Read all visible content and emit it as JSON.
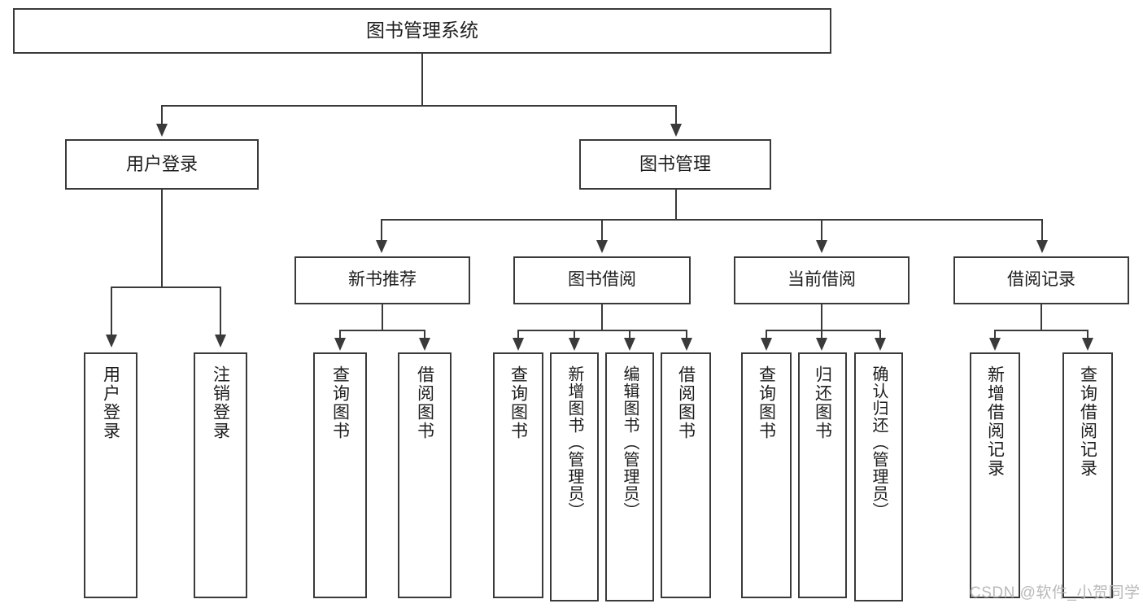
{
  "diagram": {
    "title": "图书管理系统",
    "type": "tree-hierarchy-chart",
    "root": {
      "id": "root",
      "label": "图书管理系统"
    },
    "level2": [
      {
        "id": "user-login",
        "label": "用户登录"
      },
      {
        "id": "book-management",
        "label": "图书管理"
      }
    ],
    "level3": [
      {
        "id": "new-book-recommend",
        "label": "新书推荐",
        "parent": "book-management"
      },
      {
        "id": "book-borrow",
        "label": "图书借阅",
        "parent": "book-management"
      },
      {
        "id": "current-borrow",
        "label": "当前借阅",
        "parent": "book-management"
      },
      {
        "id": "borrow-record",
        "label": "借阅记录",
        "parent": "book-management"
      }
    ],
    "leaves": {
      "user_login": [
        {
          "id": "leaf-user-login",
          "label": "用户登录"
        },
        {
          "id": "leaf-logout",
          "label": "注销登录"
        }
      ],
      "new_book_recommend": [
        {
          "id": "leaf-query-book-1",
          "label": "查询图书"
        },
        {
          "id": "leaf-borrow-book-1",
          "label": "借阅图书"
        }
      ],
      "book_borrow": [
        {
          "id": "leaf-query-book-2",
          "label": "查询图书"
        },
        {
          "id": "leaf-add-book",
          "label": "新增图书（管理员）"
        },
        {
          "id": "leaf-edit-book",
          "label": "编辑图书（管理员）"
        },
        {
          "id": "leaf-borrow-book-2",
          "label": "借阅图书"
        }
      ],
      "current_borrow": [
        {
          "id": "leaf-query-book-3",
          "label": "查询图书"
        },
        {
          "id": "leaf-return-book",
          "label": "归还图书"
        },
        {
          "id": "leaf-confirm-return",
          "label": "确认归还（管理员）"
        }
      ],
      "borrow_record": [
        {
          "id": "leaf-add-record",
          "label": "新增借阅记录"
        },
        {
          "id": "leaf-query-record",
          "label": "查询借阅记录"
        }
      ]
    }
  },
  "watermark": {
    "text": "CSDN @软件_小贺同学"
  },
  "colors": {
    "stroke": "#3a3a3a",
    "text": "#1d1d1d",
    "background": "#ffffff",
    "watermark": "#b9b9b9"
  }
}
